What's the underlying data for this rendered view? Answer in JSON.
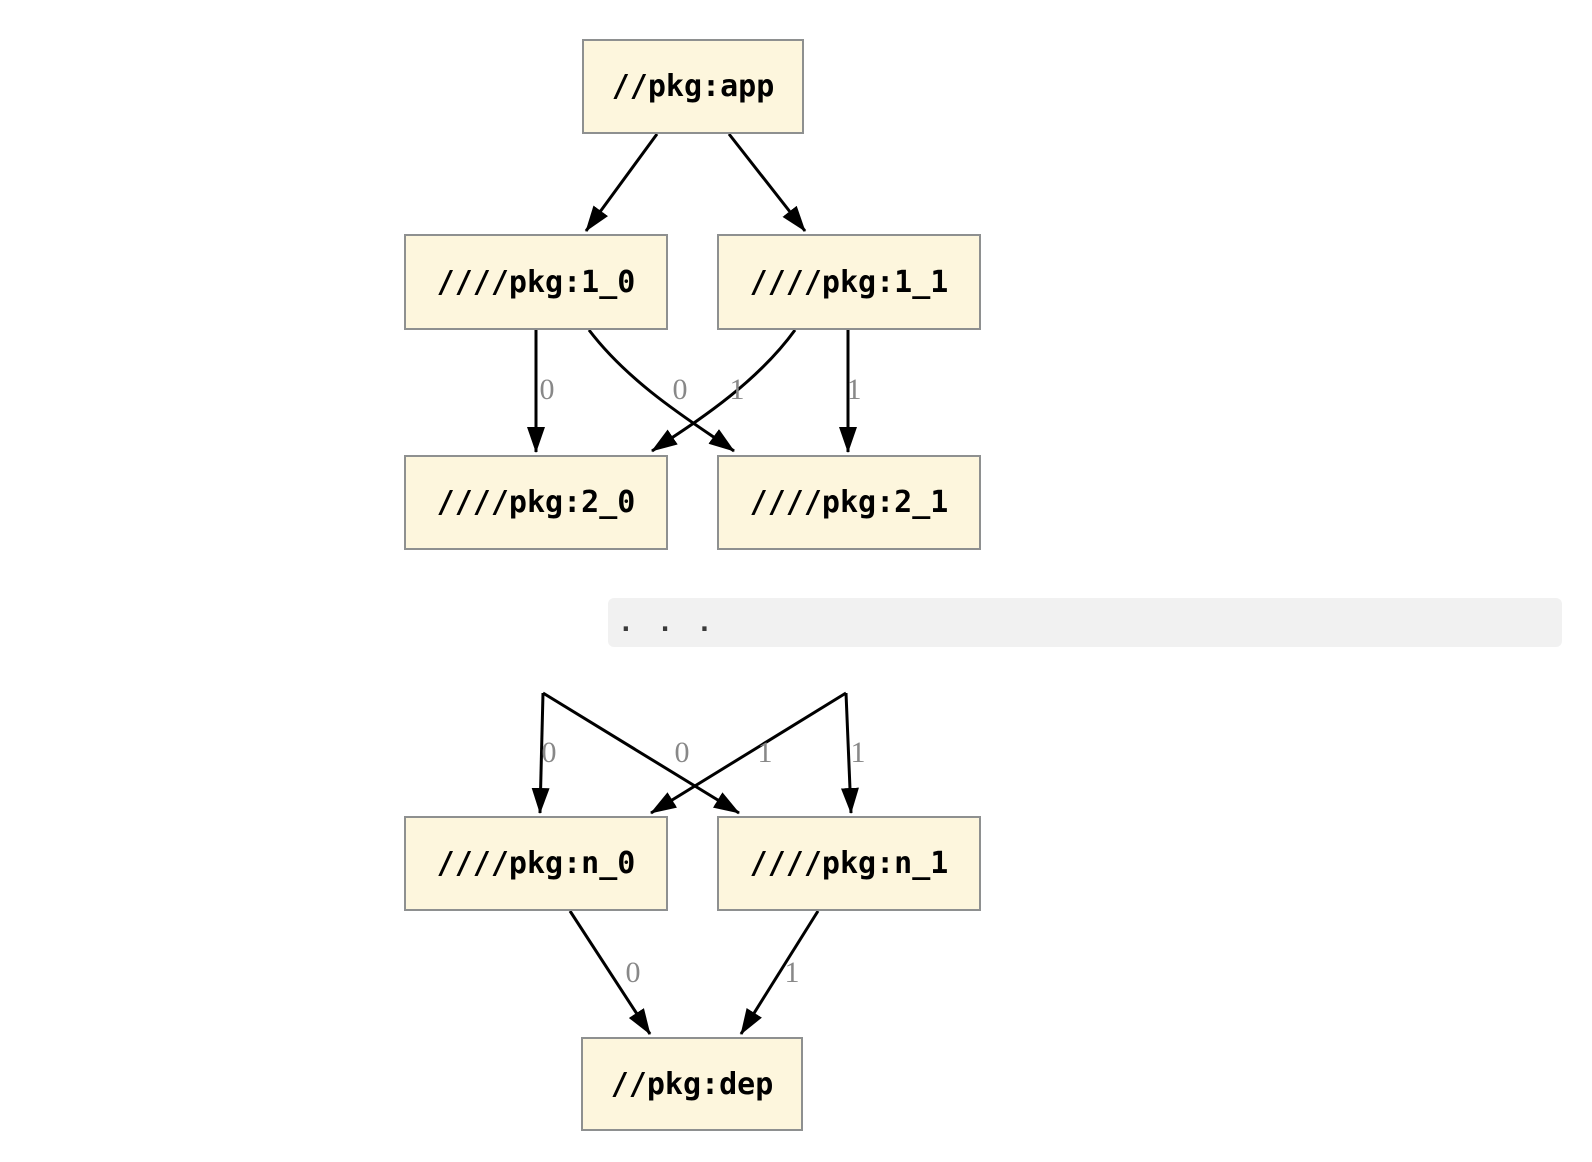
{
  "diagram": {
    "nodes": {
      "app": "//pkg:app",
      "l1_0": "////pkg:1_0",
      "l1_1": "////pkg:1_1",
      "l2_0": "////pkg:2_0",
      "l2_1": "////pkg:2_1",
      "ln_0": "////pkg:n_0",
      "ln_1": "////pkg:n_1",
      "dep": "//pkg:dep"
    },
    "ellipsis": ". . .",
    "edge_labels": {
      "row1_to_row2": [
        "0",
        "0",
        "1",
        "1"
      ],
      "dots_to_rown": [
        "0",
        "0",
        "1",
        "1"
      ],
      "rown_to_dep": [
        "0",
        "1"
      ]
    },
    "colors": {
      "background": "#ffffff",
      "node_fill": "#fdf6dd",
      "node_border": "#8e9090",
      "edge": "#000000",
      "edge_label": "#888888",
      "ellipsis_band": "#f1f1f1",
      "ellipsis_text": "#3a3a3a"
    }
  }
}
